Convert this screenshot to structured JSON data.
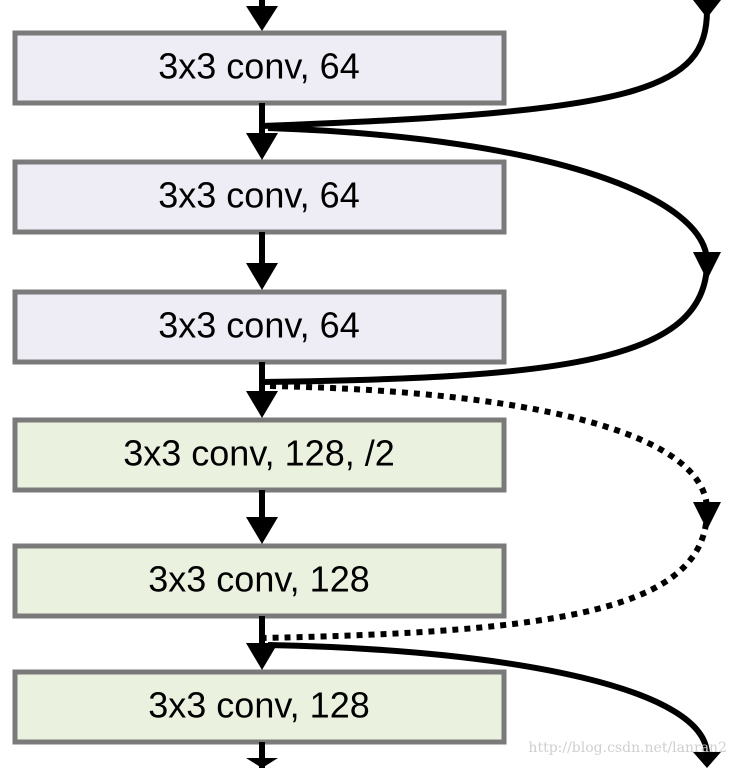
{
  "layers": [
    {
      "label": "3x3 conv, 64",
      "fill": "#eeecf4"
    },
    {
      "label": "3x3 conv, 64",
      "fill": "#eeecf4"
    },
    {
      "label": "3x3 conv, 64",
      "fill": "#eeecf4"
    },
    {
      "label": "3x3 conv, 128, /2",
      "fill": "#ebf1df"
    },
    {
      "label": "3x3 conv, 128",
      "fill": "#ebf1df"
    },
    {
      "label": "3x3 conv, 128",
      "fill": "#ebf1df"
    }
  ],
  "edges": {
    "sequential": [
      "in-0",
      "0-1",
      "1-2",
      "2-3",
      "3-4",
      "4-5",
      "5-out"
    ],
    "shortcuts": [
      {
        "from": "top",
        "to": "add-1",
        "style": "solid"
      },
      {
        "from": "add-1",
        "to": "add-3",
        "style": "solid"
      },
      {
        "from": "add-3",
        "to": "add-5",
        "style": "dashed"
      },
      {
        "from": "add-5",
        "to": "bottom",
        "style": "solid"
      }
    ]
  },
  "watermark": "http://blog.csdn.net/lanran2",
  "colors": {
    "box_border": "#7a7a7a",
    "arrow": "#000000",
    "conv64_fill": "#eeecf4",
    "conv128_fill": "#ebf1df"
  }
}
